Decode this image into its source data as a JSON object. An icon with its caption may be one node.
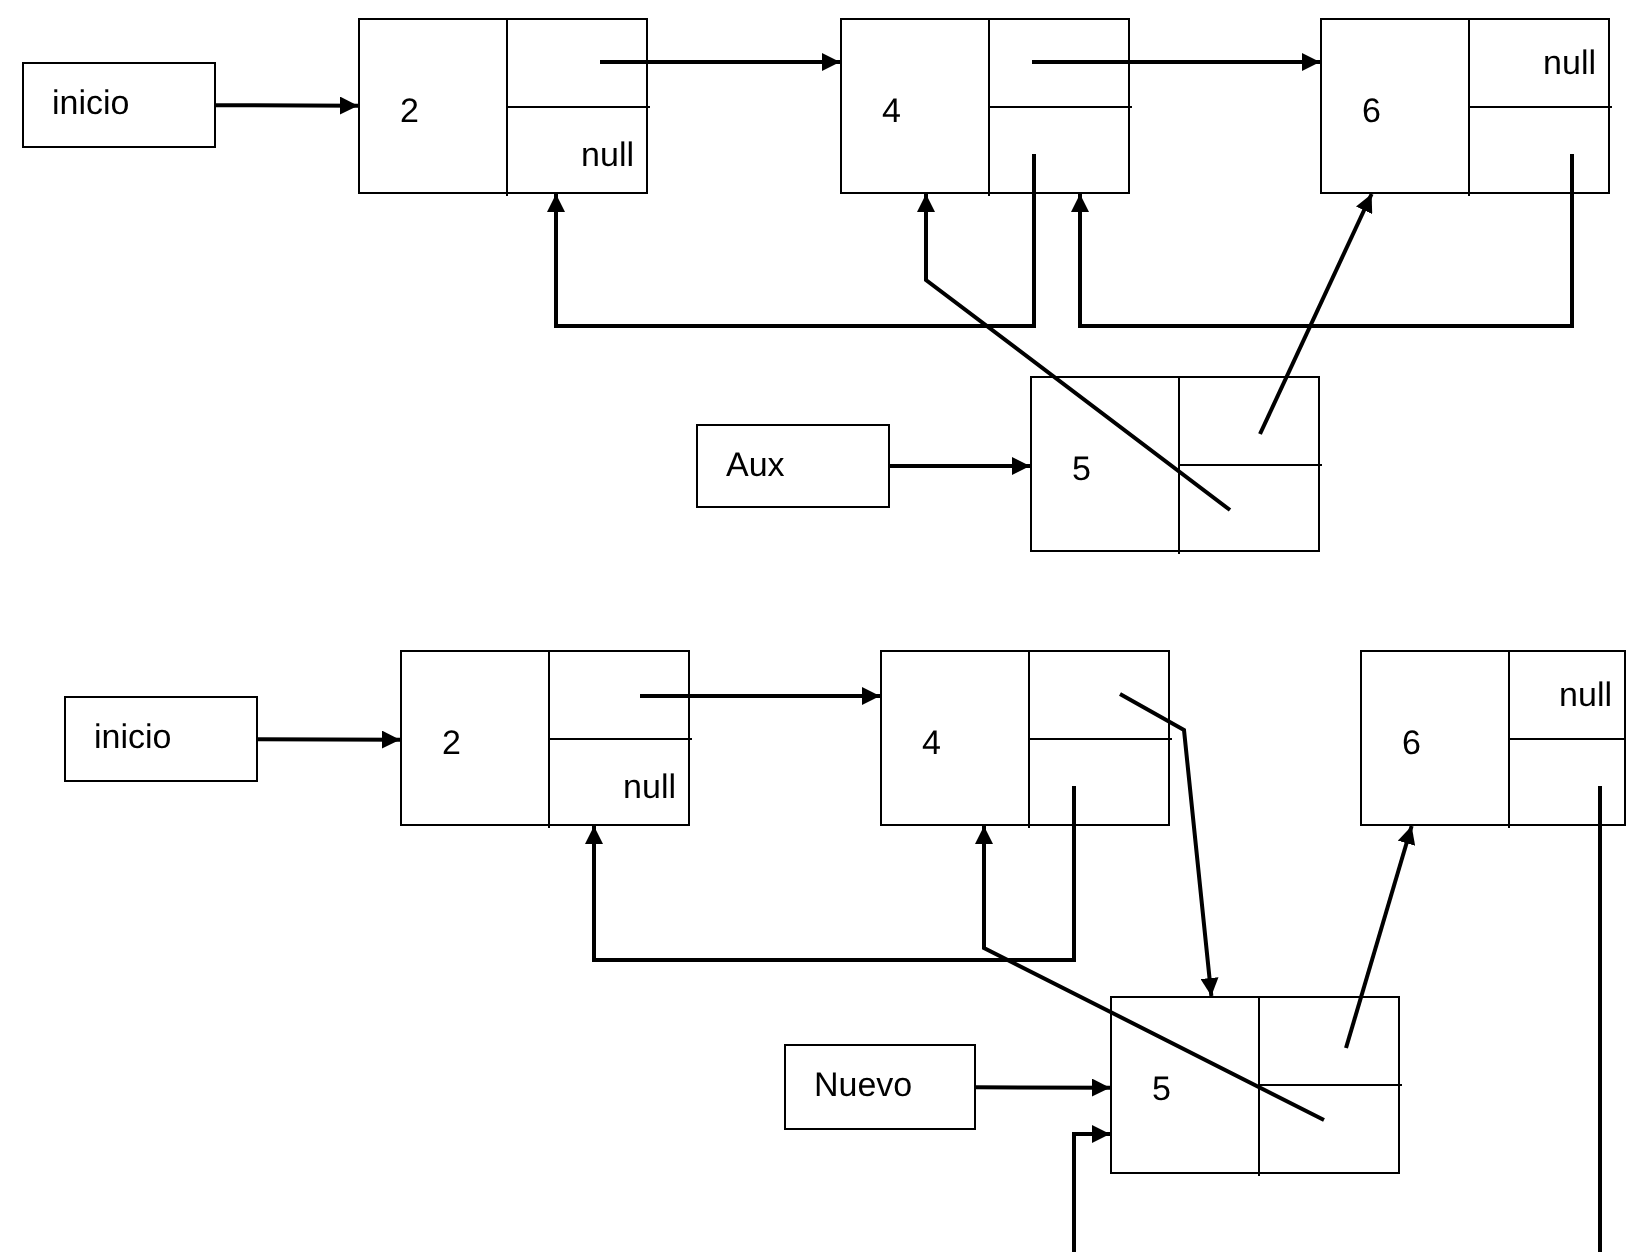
{
  "diagram": {
    "nodes": [
      {
        "text": [
          "inicio"
        ]
      },
      {
        "text": [
          "2"
        ]
      },
      {
        "text": [],
        "shape": "box",
        "in": 1
      },
      {
        "text": [
          "null"
        ],
        "in": 1
      },
      {
        "text": [
          "4"
        ]
      },
      {
        "text": [],
        "shape": "box",
        "in": 4
      },
      {
        "text": [],
        "shape": "box",
        "in": 4
      },
      {
        "text": [
          "6"
        ]
      },
      {
        "text": [
          "null"
        ],
        "in": 7
      },
      {
        "text": [],
        "shape": "box",
        "in": 7
      },
      {
        "text": [
          "Aux"
        ]
      },
      {
        "text": [
          "5"
        ]
      },
      {
        "text": [],
        "shape": "box",
        "in": 11
      },
      {
        "text": [],
        "shape": "box",
        "in": 11
      },
      {
        "text": [
          "inicio"
        ]
      },
      {
        "text": [
          "2"
        ]
      },
      {
        "text": [],
        "shape": "box",
        "in": 15
      },
      {
        "text": [
          "null"
        ],
        "in": 15
      },
      {
        "text": [
          "4"
        ]
      },
      {
        "text": [],
        "shape": "box",
        "in": 18
      },
      {
        "text": [],
        "shape": "box",
        "in": 18
      },
      {
        "text": [
          "6"
        ]
      },
      {
        "text": [
          "null"
        ],
        "in": 21
      },
      {
        "text": [],
        "shape": "box",
        "in": 21
      },
      {
        "text": [
          "Nuevo"
        ]
      },
      {
        "text": [
          "5"
        ]
      },
      {
        "text": [],
        "shape": "box",
        "in": 25
      },
      {
        "text": [],
        "shape": "box",
        "in": 25
      }
    ],
    "edges": [
      {
        "from": 0,
        "to": 1,
        "arrow": "to"
      },
      {
        "from": 2,
        "to": 4,
        "arrow": "to"
      },
      {
        "from": 5,
        "to": 7,
        "arrow": "to"
      },
      {
        "from": 6,
        "to": 1,
        "arrow": "to"
      },
      {
        "from": 9,
        "to": 4,
        "arrow": "to"
      },
      {
        "from": 13,
        "to": 4,
        "arrow": "to"
      },
      {
        "from": 12,
        "to": 7,
        "arrow": "to"
      },
      {
        "from": 10,
        "to": 11,
        "arrow": "to"
      },
      {
        "from": 14,
        "to": 15,
        "arrow": "to"
      },
      {
        "from": 16,
        "to": 18,
        "arrow": "to"
      },
      {
        "from": 19,
        "to": 25,
        "arrow": "to"
      },
      {
        "from": 20,
        "to": 15,
        "arrow": "to"
      },
      {
        "from": 27,
        "to": 18,
        "arrow": "to"
      },
      {
        "from": 26,
        "to": 21,
        "arrow": "to"
      },
      {
        "from": 24,
        "to": 25,
        "arrow": "to"
      },
      {
        "from": null,
        "to": 25,
        "arrow": "to"
      },
      {
        "from": 23,
        "to": null,
        "arrow": "none"
      }
    ]
  }
}
